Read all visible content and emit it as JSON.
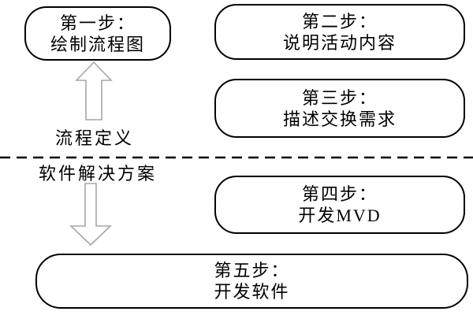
{
  "canvas": {
    "background": "#ffffff",
    "box_border_color": "#000000",
    "text_color": "#000000",
    "arrow_outline_color": "#a6a6a6",
    "divider_color": "#000000"
  },
  "boxes": [
    {
      "name": "step-1",
      "line1": "第一步：",
      "line2": "绘制流程图"
    },
    {
      "name": "step-2",
      "line1": "第二步：",
      "line2": "说明活动内容"
    },
    {
      "name": "step-3",
      "line1": "第三步：",
      "line2": "描述交换需求"
    },
    {
      "name": "step-4",
      "line1": "第四步：",
      "line2": "开发MVD"
    },
    {
      "name": "step-5",
      "line1": "第五步：",
      "line2": "开发软件"
    }
  ],
  "labels": {
    "above_divider": "流程定义",
    "below_divider": "软件解决方案"
  },
  "icons": {
    "up_arrow": "up-block-arrow",
    "down_arrow": "down-block-arrow",
    "divider": "horizontal-dashed-line"
  }
}
